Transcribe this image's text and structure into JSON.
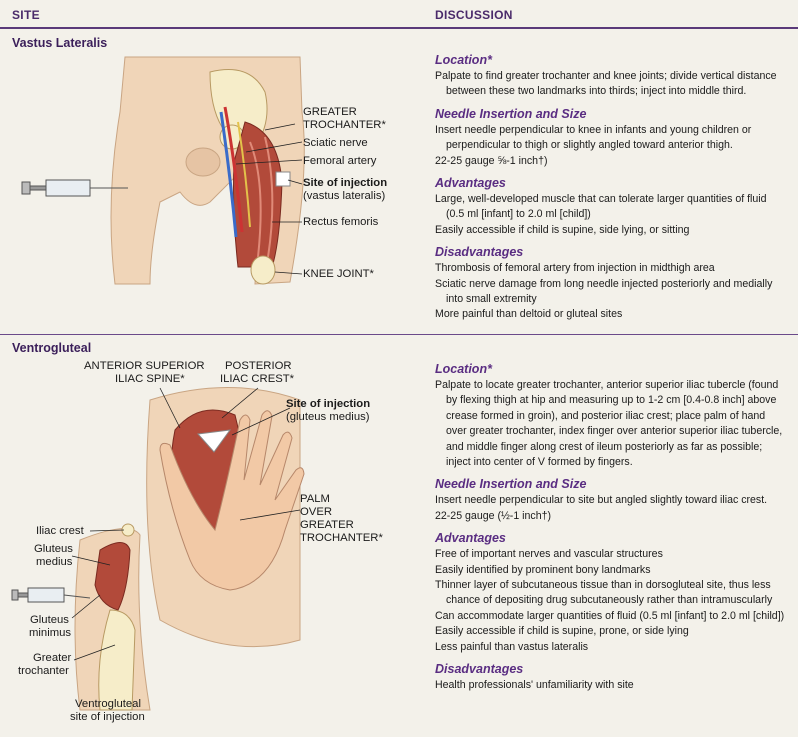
{
  "header": {
    "site": "SITE",
    "discussion": "DISCUSSION"
  },
  "vastus": {
    "title": "Vastus Lateralis",
    "labels": {
      "greater_trochanter": "GREATER TROCHANTER*",
      "sciatic_nerve": "Sciatic nerve",
      "femoral_artery": "Femoral artery",
      "site_of_injection": "Site of injection",
      "site_sub": "(vastus lateralis)",
      "rectus_femoris": "Rectus femoris",
      "knee_joint": "KNEE JOINT*"
    },
    "location_h": "Location*",
    "location": [
      "Palpate to find greater trochanter and knee joints; divide vertical distance between these two landmarks into thirds; inject into middle third."
    ],
    "needle_h": "Needle Insertion and Size",
    "needle": [
      "Insert needle perpendicular to knee in infants and young children or perpendicular to thigh or slightly angled toward anterior thigh.",
      "22-25 gauge ⅝-1 inch†)"
    ],
    "adv_h": "Advantages",
    "adv": [
      "Large, well-developed muscle that can tolerate larger quantities of fluid (0.5 ml [infant] to 2.0 ml [child])",
      "Easily accessible if child is supine, side lying, or sitting"
    ],
    "dis_h": "Disadvantages",
    "dis": [
      "Thrombosis of femoral artery from injection in midthigh area",
      "Sciatic nerve damage from long needle injected posteriorly and medially into small extremity",
      "More painful than deltoid or gluteal sites"
    ]
  },
  "ventro": {
    "title": "Ventrogluteal",
    "labels": {
      "asis1": "ANTERIOR SUPERIOR",
      "asis2": "ILIAC SPINE*",
      "pic1": "POSTERIOR",
      "pic2": "ILIAC CREST*",
      "site_of_injection": "Site of injection",
      "site_sub": "(gluteus medius)",
      "palm1": "PALM",
      "palm2": "OVER",
      "palm3": "GREATER",
      "palm4": "TROCHANTER*",
      "iliac_crest": "Iliac crest",
      "gluteus_medius1": "Gluteus",
      "gluteus_medius2": "medius",
      "gluteus_minimus1": "Gluteus",
      "gluteus_minimus2": "minimus",
      "greater_troch1": "Greater",
      "greater_troch2": "trochanter",
      "caption1": "Ventrogluteal",
      "caption2": "site of injection"
    },
    "location_h": "Location*",
    "location": [
      "Palpate to locate greater trochanter, anterior superior iliac tubercle (found by flexing thigh at hip and measuring up to 1-2 cm [0.4-0.8 inch] above crease formed in groin), and posterior iliac crest; place palm of hand over greater trochanter, index finger over anterior superior iliac tubercle, and middle finger along crest of ileum posteriorly as far as possible; inject into center of V formed by fingers."
    ],
    "needle_h": "Needle Insertion and Size",
    "needle": [
      "Insert needle perpendicular to site but angled slightly toward iliac crest.",
      "22-25 gauge (½-1 inch†)"
    ],
    "adv_h": "Advantages",
    "adv": [
      "Free of important nerves and vascular structures",
      "Easily identified by prominent bony landmarks",
      "Thinner layer of subcutaneous tissue than in dorsogluteal site, thus less chance of depositing drug subcutaneously rather than intramuscularly",
      "Can accommodate larger quantities of fluid (0.5 ml [infant] to 2.0 ml [child])",
      "Easily accessible if child is supine, prone, or side lying",
      "Less painful than vastus lateralis"
    ],
    "dis_h": "Disadvantages",
    "dis": [
      "Health professionals' unfamiliarity with site"
    ]
  }
}
